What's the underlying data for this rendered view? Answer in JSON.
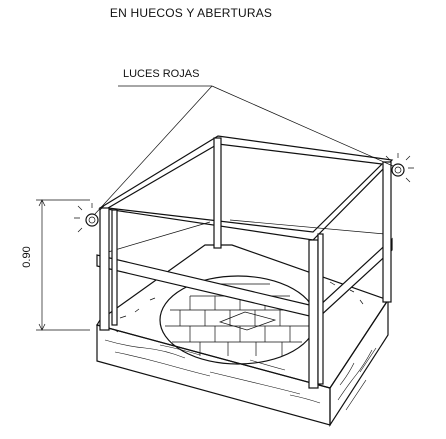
{
  "title": "EN HUECOS Y ABERTURAS",
  "callout_label": "LUCES ROJAS",
  "dimension_label": "0.90",
  "icons": [
    "red-light-left-icon",
    "red-light-right-icon"
  ]
}
